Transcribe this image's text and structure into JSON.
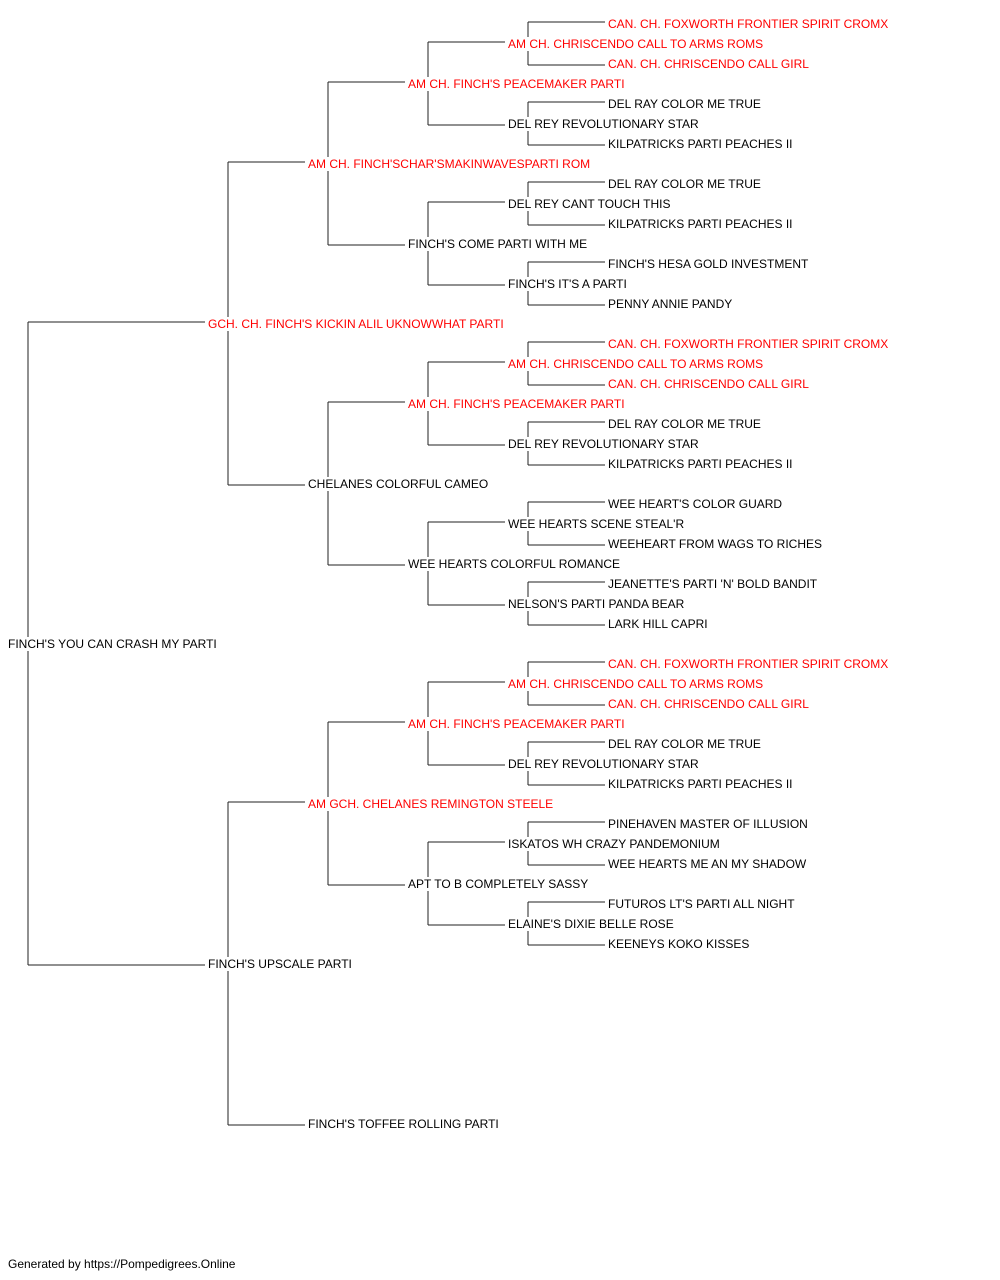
{
  "pedigree": {
    "root": "FINCH'S YOU CAN CRASH MY PARTI",
    "gen1": [
      {
        "name": "GCH. CH. FINCH'S KICKIN ALIL UKNOWWHAT PARTI",
        "champion": true
      },
      {
        "name": "FINCH'S UPSCALE PARTI",
        "champion": false
      }
    ],
    "gen2": [
      {
        "name": "AM CH. FINCH'SCHAR'SMAKINWAVESPARTI ROM",
        "champion": true
      },
      {
        "name": "CHELANES COLORFUL CAMEO",
        "champion": false
      },
      {
        "name": "AM GCH. CHELANES REMINGTON STEELE",
        "champion": true
      },
      {
        "name": "FINCH'S TOFFEE ROLLING PARTI",
        "champion": false
      }
    ],
    "gen3": [
      {
        "name": "AM CH. FINCH'S PEACEMAKER PARTI",
        "champion": true
      },
      {
        "name": "FINCH'S COME PARTI WITH ME",
        "champion": false
      },
      {
        "name": "AM CH. FINCH'S PEACEMAKER PARTI",
        "champion": true
      },
      {
        "name": "WEE HEARTS COLORFUL ROMANCE",
        "champion": false
      },
      {
        "name": "AM CH. FINCH'S PEACEMAKER PARTI",
        "champion": true
      },
      {
        "name": "APT TO B COMPLETELY SASSY",
        "champion": false
      }
    ],
    "gen4": [
      {
        "name": "AM CH. CHRISCENDO CALL TO ARMS ROMS",
        "champion": true
      },
      {
        "name": "DEL REY REVOLUTIONARY STAR",
        "champion": false
      },
      {
        "name": "DEL REY CANT TOUCH THIS",
        "champion": false
      },
      {
        "name": "FINCH'S IT'S A PARTI",
        "champion": false
      },
      {
        "name": "AM CH. CHRISCENDO CALL TO ARMS ROMS",
        "champion": true
      },
      {
        "name": "DEL REY REVOLUTIONARY STAR",
        "champion": false
      },
      {
        "name": "WEE HEARTS SCENE STEAL'R",
        "champion": false
      },
      {
        "name": "NELSON'S PARTI PANDA BEAR",
        "champion": false
      },
      {
        "name": "AM CH. CHRISCENDO CALL TO ARMS ROMS",
        "champion": true
      },
      {
        "name": "DEL REY REVOLUTIONARY STAR",
        "champion": false
      },
      {
        "name": "ISKATOS WH CRAZY PANDEMONIUM",
        "champion": false
      },
      {
        "name": "ELAINE'S DIXIE BELLE ROSE",
        "champion": false
      }
    ],
    "gen5": [
      {
        "name": "CAN. CH. FOXWORTH FRONTIER SPIRIT CROMX",
        "champion": true
      },
      {
        "name": "CAN. CH. CHRISCENDO CALL GIRL",
        "champion": true
      },
      {
        "name": "DEL RAY COLOR ME TRUE",
        "champion": false
      },
      {
        "name": "KILPATRICKS PARTI PEACHES II",
        "champion": false
      },
      {
        "name": "DEL RAY COLOR ME TRUE",
        "champion": false
      },
      {
        "name": "KILPATRICKS PARTI PEACHES II",
        "champion": false
      },
      {
        "name": "FINCH'S HESA GOLD INVESTMENT",
        "champion": false
      },
      {
        "name": "PENNY ANNIE PANDY",
        "champion": false
      },
      {
        "name": "CAN. CH. FOXWORTH FRONTIER SPIRIT CROMX",
        "champion": true
      },
      {
        "name": "CAN. CH. CHRISCENDO CALL GIRL",
        "champion": true
      },
      {
        "name": "DEL RAY COLOR ME TRUE",
        "champion": false
      },
      {
        "name": "KILPATRICKS PARTI PEACHES II",
        "champion": false
      },
      {
        "name": "WEE HEART'S COLOR GUARD",
        "champion": false
      },
      {
        "name": "WEEHEART FROM WAGS TO RICHES",
        "champion": false
      },
      {
        "name": "JEANETTE'S PARTI 'N' BOLD BANDIT",
        "champion": false
      },
      {
        "name": "LARK HILL CAPRI",
        "champion": false
      },
      {
        "name": "CAN. CH. FOXWORTH FRONTIER SPIRIT CROMX",
        "champion": true
      },
      {
        "name": "CAN. CH. CHRISCENDO CALL GIRL",
        "champion": true
      },
      {
        "name": "DEL RAY COLOR ME TRUE",
        "champion": false
      },
      {
        "name": "KILPATRICKS PARTI PEACHES II",
        "champion": false
      },
      {
        "name": "PINEHAVEN MASTER OF ILLUSION",
        "champion": false
      },
      {
        "name": "WEE HEARTS ME AN MY SHADOW",
        "champion": false
      },
      {
        "name": "FUTUROS LT'S PARTI ALL NIGHT",
        "champion": false
      },
      {
        "name": "KEENEYS KOKO KISSES",
        "champion": false
      }
    ]
  },
  "colors": {
    "champion": "#ff0000",
    "regular": "#000000",
    "line": "#222222"
  },
  "footer": "Generated by https://Pompedigrees.Online"
}
